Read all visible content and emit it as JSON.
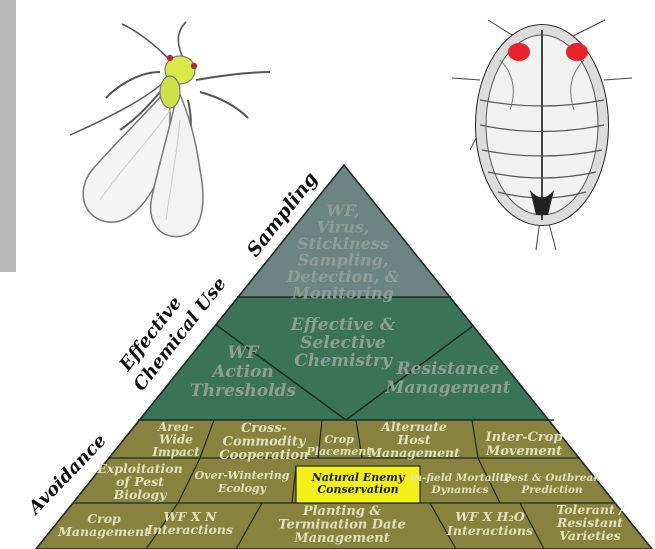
{
  "side_labels": {
    "sampling": "Sampling",
    "chemical_line1": "Effective",
    "chemical_line2": "Chemical Use",
    "avoidance": "Avoidance"
  },
  "tiers": {
    "top": {
      "lines": [
        "WF,",
        "Virus,",
        "Stickiness",
        "Sampling,",
        "Detection, &",
        "Monitoring"
      ]
    },
    "middle": {
      "left": [
        "WF",
        "Action",
        "Thresholds"
      ],
      "center": [
        "Effective &",
        "Selective",
        "Chemistry"
      ],
      "right": [
        "Resistance",
        "Management"
      ]
    },
    "bottom": {
      "row1": {
        "area_wide": [
          "Area-",
          "Wide",
          "Impact"
        ],
        "cross_commodity": [
          "Cross-",
          "Commodity",
          "Cooperation"
        ],
        "crop_placement": [
          "Crop",
          "Placement"
        ],
        "alternate_host": [
          "Alternate",
          "Host",
          "Management"
        ],
        "inter_crop": [
          "Inter-Crop",
          "Movement"
        ]
      },
      "row2": {
        "exploitation": [
          "Exploitation",
          "of Pest",
          "Biology"
        ],
        "over_wintering": [
          "Over-Wintering",
          "Ecology"
        ],
        "natural_enemy": [
          "Natural Enemy",
          "Conservation"
        ],
        "in_field": [
          "In-field Mortality",
          "Dynamics"
        ],
        "pest_outbreak": [
          "Pest & Outbreak",
          "Prediction"
        ]
      },
      "row3": {
        "crop_management": [
          "Crop",
          "Management"
        ],
        "wf_x_n": [
          "WF X N",
          "Interactions"
        ],
        "planting": [
          "Planting &",
          "Termination Date",
          "Management"
        ],
        "wf_x_h2o": [
          "WF X H₂O",
          "Interactions"
        ],
        "tolerant": [
          "Tolerant /",
          "Resistant",
          "Varieties"
        ]
      }
    }
  },
  "colors": {
    "top_tier": "#6c8582",
    "middle_tier": "#3b7358",
    "bottom_tier": "#87833f",
    "highlight": "#f3ef18",
    "tier_text": "#8f9d97",
    "bottom_text": "#e2e0bd",
    "lines": "#1e2a22"
  },
  "illustrations": {
    "adult": "whitefly-adult-illustration",
    "nymph": "whitefly-nymph-illustration"
  }
}
